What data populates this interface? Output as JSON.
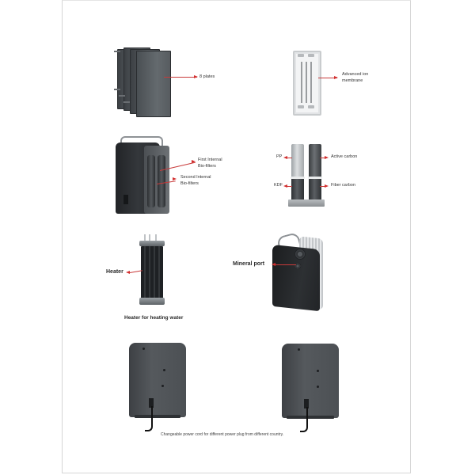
{
  "document": {
    "type": "product-spec-sheet",
    "accent_color": "#d32f2f"
  },
  "sections": {
    "plates": {
      "label": "8 plates"
    },
    "membrane": {
      "label_line1": "Advanced ion",
      "label_line2": "membrane"
    },
    "biofilters": {
      "first_line1": "First Internal",
      "first_line2": "Bio-filters",
      "second_line1": "Second Internal",
      "second_line2": "Bio-filters"
    },
    "filters": {
      "pp": "PP",
      "kdf": "KDF",
      "active_carbon": "Active carbon",
      "fiber_carbon": "Fiber carbon"
    },
    "heater": {
      "label": "Heater",
      "caption": "Heater for heating water"
    },
    "mineral": {
      "label": "Mineral port"
    },
    "power": {
      "caption": "Changeable power cord  for different power plug from different country."
    }
  }
}
